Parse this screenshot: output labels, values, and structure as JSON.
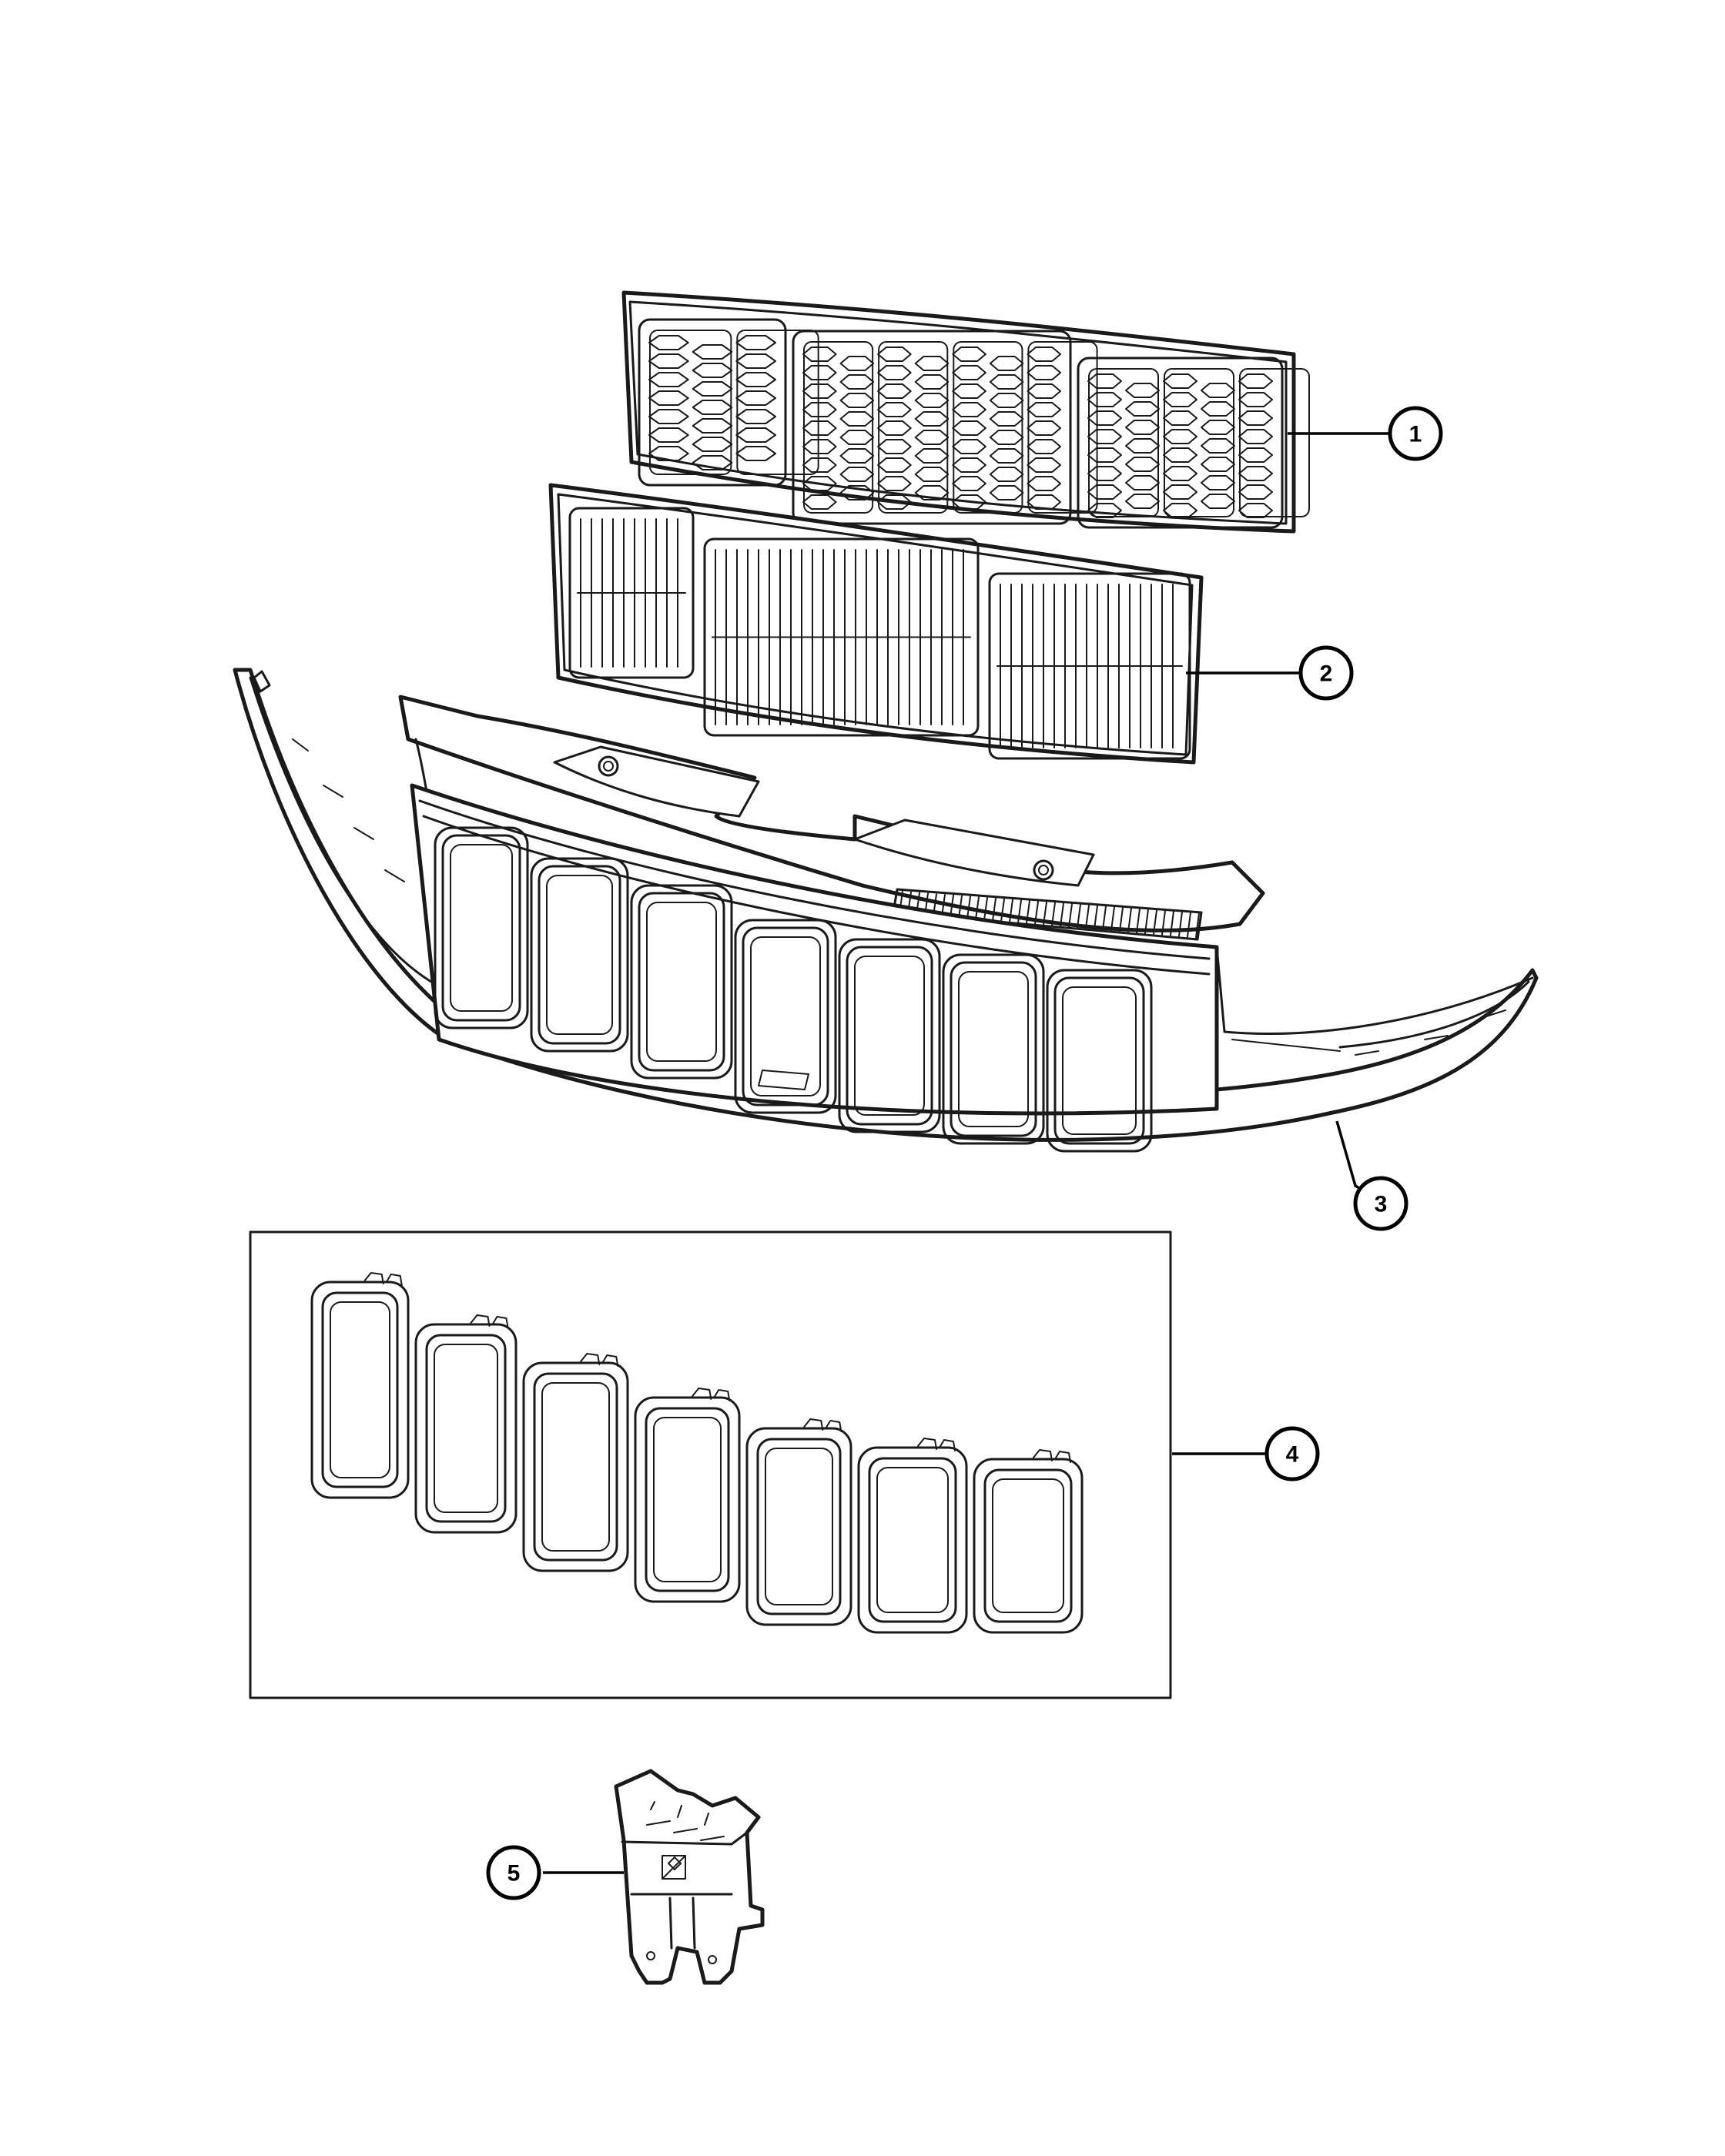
{
  "callouts": [
    {
      "id": "1",
      "label": "1",
      "part": "upper-mesh-grille-insert"
    },
    {
      "id": "2",
      "label": "2",
      "part": "lower-vertical-bar-grille-insert"
    },
    {
      "id": "3",
      "label": "3",
      "part": "grille-assembly"
    },
    {
      "id": "4",
      "label": "4",
      "part": "grille-ring-set"
    },
    {
      "id": "5",
      "label": "5",
      "part": "mounting-bracket"
    }
  ],
  "colors": {
    "line": "#1a1a1a",
    "background": "#ffffff",
    "callout": "#000000"
  }
}
